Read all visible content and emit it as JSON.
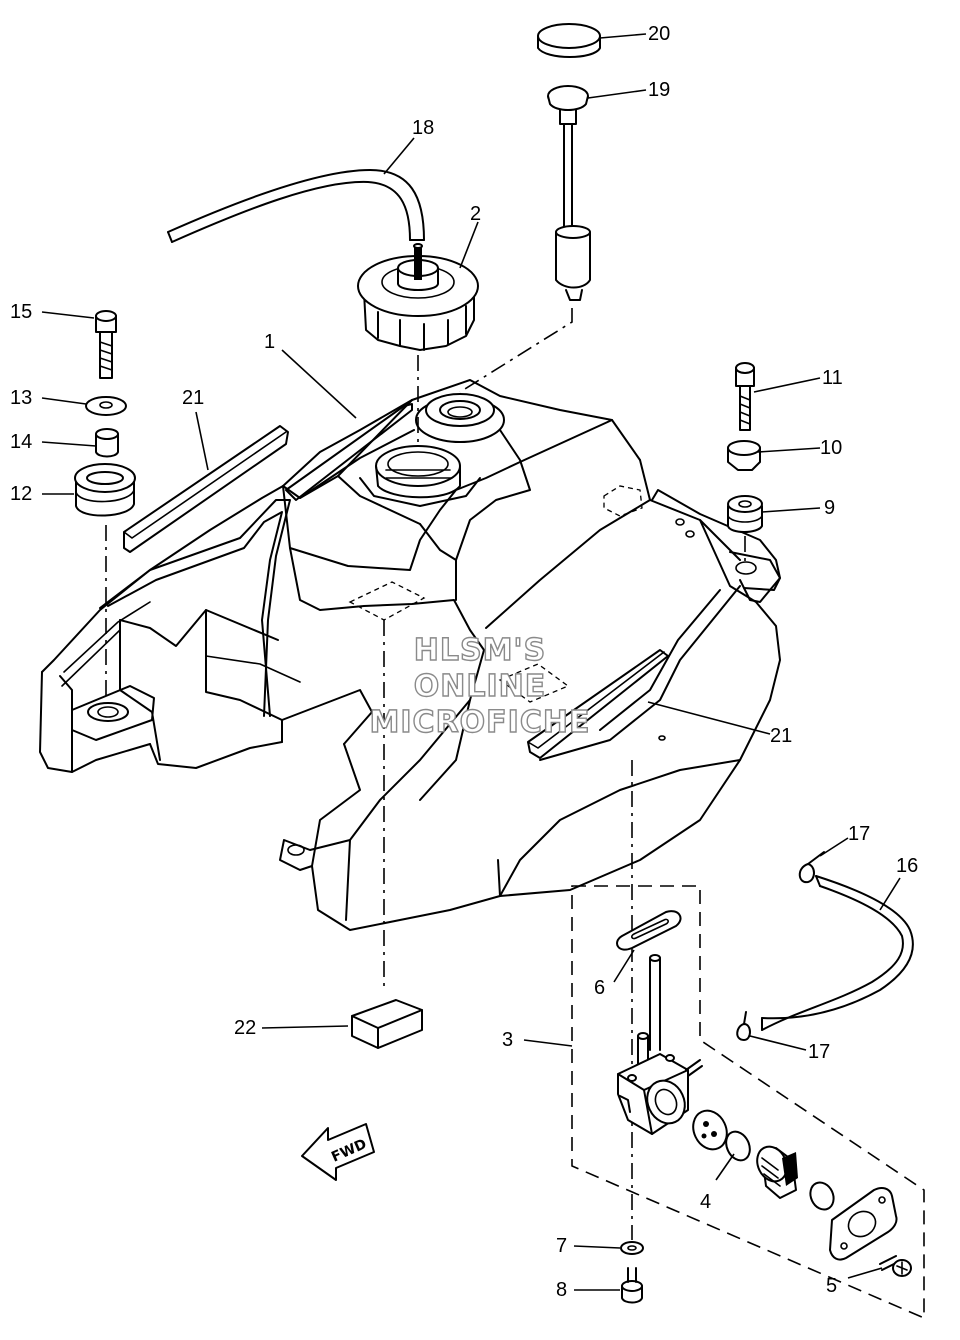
{
  "watermark": {
    "line1": "HLSM'S",
    "line2": "ONLINE",
    "line3": "MICROFICHE"
  },
  "direction_arrow": {
    "label": "FWD"
  },
  "callouts": [
    {
      "id": "1",
      "label": "1"
    },
    {
      "id": "2",
      "label": "2"
    },
    {
      "id": "3",
      "label": "3"
    },
    {
      "id": "4",
      "label": "4"
    },
    {
      "id": "5",
      "label": "5"
    },
    {
      "id": "6",
      "label": "6"
    },
    {
      "id": "7",
      "label": "7"
    },
    {
      "id": "8",
      "label": "8"
    },
    {
      "id": "9",
      "label": "9"
    },
    {
      "id": "10",
      "label": "10"
    },
    {
      "id": "11",
      "label": "11"
    },
    {
      "id": "12",
      "label": "12"
    },
    {
      "id": "13",
      "label": "13"
    },
    {
      "id": "14",
      "label": "14"
    },
    {
      "id": "15",
      "label": "15"
    },
    {
      "id": "16",
      "label": "16"
    },
    {
      "id": "17a",
      "label": "17"
    },
    {
      "id": "17b",
      "label": "17"
    },
    {
      "id": "18",
      "label": "18"
    },
    {
      "id": "19",
      "label": "19"
    },
    {
      "id": "20",
      "label": "20"
    },
    {
      "id": "21a",
      "label": "21"
    },
    {
      "id": "21b",
      "label": "21"
    },
    {
      "id": "22",
      "label": "22"
    }
  ]
}
